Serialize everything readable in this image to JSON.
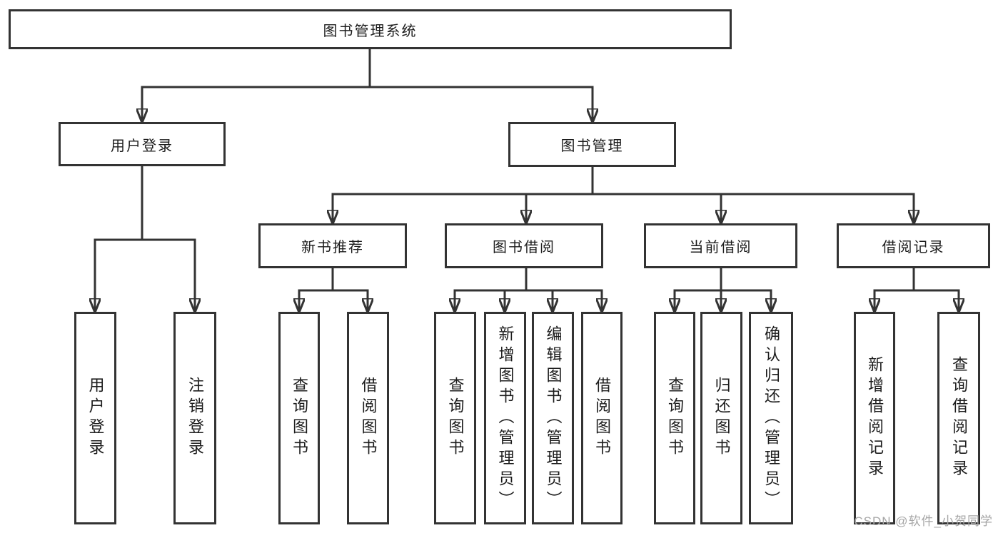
{
  "colors": {
    "line": "#333333",
    "box_border": "#333333",
    "text": "#1c1c1c",
    "watermark": "#a6a6a6"
  },
  "tree": {
    "label": "图书管理系统",
    "children": [
      {
        "label": "用户登录",
        "children": [
          {
            "label": "用户登录"
          },
          {
            "label": "注销登录"
          }
        ]
      },
      {
        "label": "图书管理",
        "children": [
          {
            "label": "新书推荐",
            "children": [
              {
                "label": "查询图书"
              },
              {
                "label": "借阅图书"
              }
            ]
          },
          {
            "label": "图书借阅",
            "children": [
              {
                "label": "查询图书"
              },
              {
                "label": "新增图书（管理员）"
              },
              {
                "label": "编辑图书（管理员）"
              },
              {
                "label": "借阅图书"
              }
            ]
          },
          {
            "label": "当前借阅",
            "children": [
              {
                "label": "查询图书"
              },
              {
                "label": "归还图书"
              },
              {
                "label": "确认归还（管理员）"
              }
            ]
          },
          {
            "label": "借阅记录",
            "children": [
              {
                "label": "新增借阅记录"
              },
              {
                "label": "查询借阅记录"
              }
            ]
          }
        ]
      }
    ]
  },
  "watermark": {
    "text": "CSDN @软件_小贺同学"
  }
}
